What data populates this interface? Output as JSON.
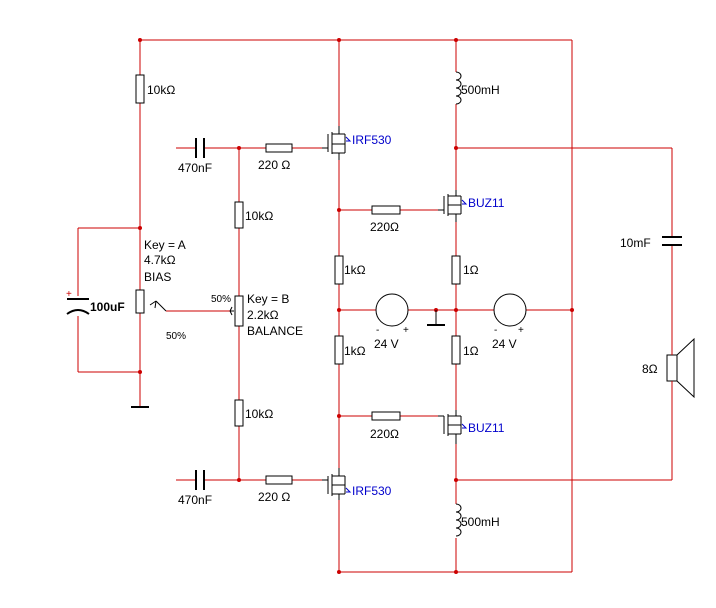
{
  "colors": {
    "wire": "#cc0000",
    "part": "#000000",
    "transistor_label": "#0000cc"
  },
  "resistors": {
    "r_bias_top": "10kΩ",
    "r_gate_top": "220 Ω",
    "r_mid_top": "10kΩ",
    "r_mid_bottom": "10kΩ",
    "r_gate_bottom": "220 Ω",
    "r_gate_buz_top": "220Ω",
    "r_gate_buz_bottom": "220Ω",
    "r_src_top": "1kΩ",
    "r_src_bottom": "1kΩ",
    "r_emit_top": "1Ω",
    "r_emit_bottom": "1Ω"
  },
  "capacitors": {
    "c_in_top": "470nF",
    "c_in_bottom": "470nF",
    "c_bias": "100uF",
    "c_out": "10mF"
  },
  "inductors": {
    "l_top": "500mH",
    "l_bottom": "500mH"
  },
  "sources": {
    "left": {
      "value": "24 V",
      "minus": "-",
      "plus": "+"
    },
    "right": {
      "value": "24 V",
      "minus": "-",
      "plus": "+"
    }
  },
  "transistors": {
    "q_top": "IRF530",
    "q_bottom": "IRF530",
    "q_buz_top": "BUZ11",
    "q_buz_bottom": "BUZ11"
  },
  "potentiometers": {
    "bias": {
      "key": "Key = A",
      "value": "4.7kΩ",
      "name": "BIAS",
      "percent": "50%"
    },
    "balance": {
      "key": "Key = B",
      "value": "2.2kΩ",
      "name": "BALANCE",
      "percent": "50%"
    }
  },
  "speaker": {
    "value": "8Ω"
  },
  "cap_polarity": "+"
}
